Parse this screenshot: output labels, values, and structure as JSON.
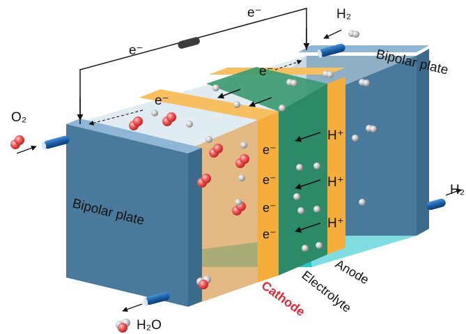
{
  "labels": {
    "electron_top": "e⁻",
    "electron_left_wire": "e⁻",
    "electron_right_dashed": "e⁻",
    "electron_left_dashed": "e⁻",
    "h2_inlet": "H₂",
    "h2_outlet": "H₂",
    "o2_inlet": "O₂",
    "h2o_outlet": "H₂O",
    "bipolar_left": "Bipolar plate",
    "bipolar_right": "Bipolar plate",
    "anode": "Anode",
    "electrolyte": "Electrolyte",
    "cathode": "Cathode",
    "proton_1": "H⁺",
    "proton_2": "H⁺",
    "proton_3": "H⁺",
    "cathode_e1": "e⁻",
    "cathode_e2": "e⁻",
    "cathode_e3": "e⁻",
    "cathode_e4": "e⁻"
  },
  "colors": {
    "plate_front": "#4a7a9b",
    "plate_side": "#3b6a8a",
    "plate_top": "#8fb7d5",
    "electrode_orange": "#f5ad3c",
    "electrolyte_green": "#2d8a66",
    "floor_cyan": "#1ec8d0",
    "cathode_red": "#e8253a",
    "oxygen_red": "#f05a5a",
    "hydrogen_gray": "#c8c8c8",
    "pipe_blue": "#1a5fa8"
  }
}
